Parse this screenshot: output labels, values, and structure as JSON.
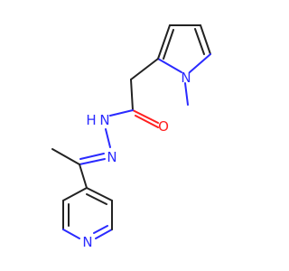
{
  "colors": {
    "carbon_bond": "#222222",
    "nitrogen": "#2a2aff",
    "oxygen": "#ff2020",
    "background": "#ffffff"
  },
  "atoms": {
    "pyrrole_n": "N",
    "hydrazide_nh": "H",
    "hydrazide_n1": "N",
    "hydrazone_n": "N",
    "carbonyl_o": "O",
    "pyridine_n": "N"
  }
}
